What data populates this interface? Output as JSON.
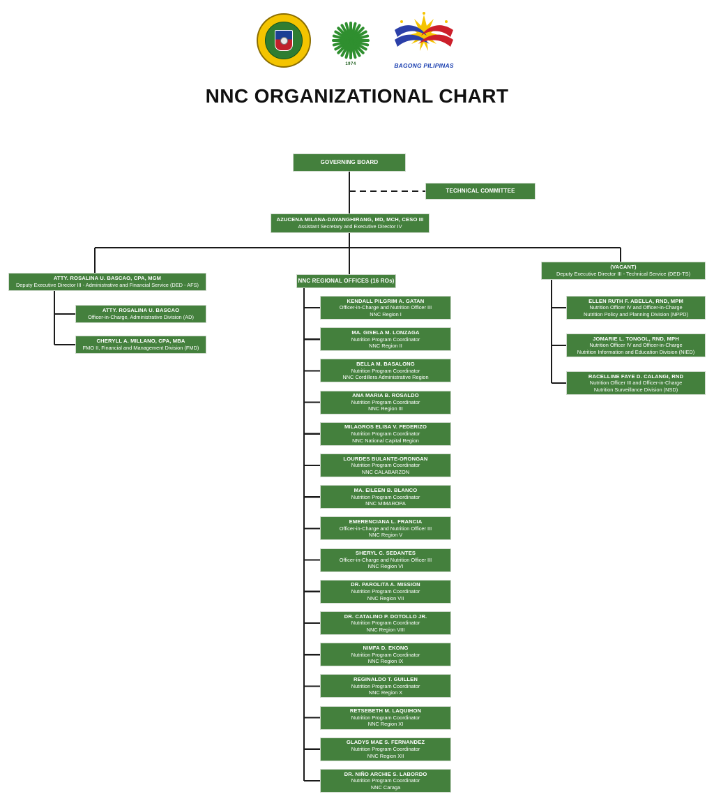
{
  "page": {
    "title": "NNC ORGANIZATIONAL CHART",
    "accent_green": "#44803d",
    "connector_color": "#1a1a1a",
    "box_border": "#cfd9cd",
    "text_color": "#ffffff"
  },
  "logos": [
    {
      "name": "doh-seal",
      "alt": "Republic of the Philippines Department of Health seal"
    },
    {
      "name": "nnc-logo",
      "alt": "National Nutrition Council 1974",
      "year": "1974"
    },
    {
      "name": "bagong-pilipinas-logo",
      "alt": "Bagong Pilipinas",
      "label": "BAGONG PILIPINAS"
    }
  ],
  "governing_board": {
    "name": "GOVERNING BOARD"
  },
  "technical_committee": {
    "name": "TECHNICAL COMMITTEE"
  },
  "executive_director": {
    "name": "AZUCENA MILANA-DAYANGHIRANG, MD, MCH, CESO III",
    "title": "Assistant Secretary and Executive Director IV"
  },
  "afs_branch": {
    "head": {
      "name": "ATTY. ROSALINA U. BASCAO, CPA, MGM",
      "title": "Deputy Executive Director III - Administrative and Financial Service (DED - AFS)"
    },
    "children": [
      {
        "name": "ATTY. ROSALINA U. BASCAO",
        "title": "Officer-in-Charge, Administrative Division (AD)"
      },
      {
        "name": "CHERYLL A. MILLANO, CPA, MBA",
        "title": "FMO II, Financial and Management Division (FMD)"
      }
    ]
  },
  "ts_branch": {
    "head": {
      "name": "(VACANT)",
      "title": "Deputy Executive Director III - Technical Service (DED-TS)"
    },
    "children": [
      {
        "name": "ELLEN RUTH F. ABELLA, RND, MPM",
        "title": "Nutrition Officer IV and Officer-in-Charge",
        "unit": "Nutrition Policy and Planning Division (NPPD)"
      },
      {
        "name": "JOMARIE L. TONGOL, RND, MPH",
        "title": "Nutrition Officer IV and Officer-in-Charge",
        "unit": "Nutrition Information and Education Division (NIED)"
      },
      {
        "name": "RACELLINE FAYE D. CALANGI, RND",
        "title": "Nutrition Officer III and Officer-in-Charge",
        "unit": "Nutrition Surveillance Division (NSD)"
      }
    ]
  },
  "regional_offices": {
    "head": {
      "name": "NNC REGIONAL OFFICES (16 ROs)"
    },
    "children": [
      {
        "name": "KENDALL PILGRIM A. GATAN",
        "title": "Officer-in-Charge and Nutrition Officer III",
        "unit": "NNC Region I"
      },
      {
        "name": "MA. GISELA M. LONZAGA",
        "title": "Nutrition Program Coordinator",
        "unit": "NNC Region II"
      },
      {
        "name": "BELLA M. BASALONG",
        "title": "Nutrition Program Coordinator",
        "unit": "NNC Cordillera Administrative Region"
      },
      {
        "name": "ANA MARIA B. ROSALDO",
        "title": "Nutrition Program Coordinator",
        "unit": "NNC Region III"
      },
      {
        "name": "MILAGROS ELISA V. FEDERIZO",
        "title": "Nutrition Program Coordinator",
        "unit": "NNC National Capital Region"
      },
      {
        "name": "LOURDES BULANTE-ORONGAN",
        "title": "Nutrition Program Coordinator",
        "unit": "NNC CALABARZON"
      },
      {
        "name": "MA. EILEEN B. BLANCO",
        "title": "Nutrition Program Coordinator",
        "unit": "NNC MIMAROPA"
      },
      {
        "name": "EMERENCIANA L. FRANCIA",
        "title": "Officer-in-Charge and Nutrition Officer III",
        "unit": "NNC Region V"
      },
      {
        "name": "SHERYL C. SEDANTES",
        "title": "Officer-in-Charge and Nutrition Officer III",
        "unit": "NNC Region VI"
      },
      {
        "name": "DR. PAROLITA A. MISSION",
        "title": "Nutrition Program Coordinator",
        "unit": "NNC Region VII"
      },
      {
        "name": "DR. CATALINO P. DOTOLLO JR.",
        "title": "Nutrition Program Coordinator",
        "unit": "NNC Region VIII"
      },
      {
        "name": "NIMFA D. EKONG",
        "title": "Nutrition Program Coordinator",
        "unit": "NNC Region IX"
      },
      {
        "name": "REGINALDO T. GUILLEN",
        "title": "Nutrition Program Coordinator",
        "unit": "NNC Region X"
      },
      {
        "name": "RETSEBETH M. LAQUIHON",
        "title": "Nutrition Program Coordinator",
        "unit": "NNC Region XI"
      },
      {
        "name": "GLADYS MAE S. FERNANDEZ",
        "title": "Nutrition Program Coordinator",
        "unit": "NNC Region XII"
      },
      {
        "name": "DR. NIÑO ARCHIE S. LABORDO",
        "title": "Nutrition Program Coordinator",
        "unit": "NNC Caraga"
      }
    ]
  }
}
